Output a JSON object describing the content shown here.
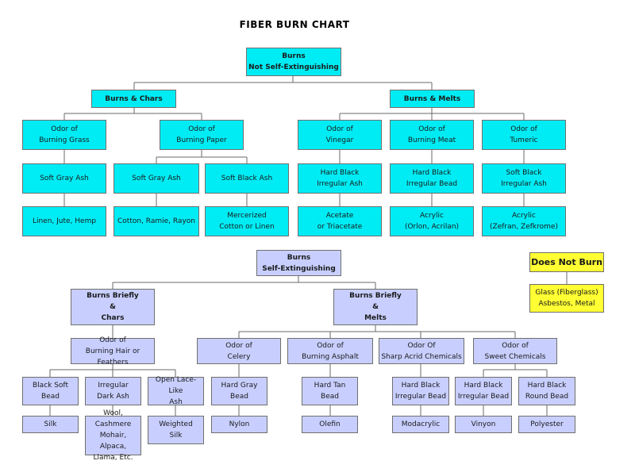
{
  "title": "FIBER BURN CHART",
  "colors": {
    "not_self_extinguishing": "#00ecf4",
    "self_extinguishing": "#c8cfff",
    "does_not_burn": "#ffff33",
    "line": "#6a6a6a"
  },
  "top": {
    "root": "Burns\nNot Self-Extinguishing",
    "chars": "Burns & Chars",
    "melts": "Burns & Melts",
    "odor_grass": "Odor of\nBurning Grass",
    "odor_paper": "Odor of\nBurning Paper",
    "odor_vinegar": "Odor of\nVinegar",
    "odor_meat": "Odor of\nBurning Meat",
    "odor_tumeric": "Odor of\nTumeric",
    "ash_grass": "Soft Gray Ash",
    "ash_paper_gray": "Soft Gray Ash",
    "ash_paper_black": "Soft Black Ash",
    "ash_vinegar": "Hard Black\nIrregular Ash",
    "bead_meat": "Hard Black\nIrregular Bead",
    "ash_tumeric": "Soft Black\nIrregular Ash",
    "fiber_linen": "Linen, Jute, Hemp",
    "fiber_cotton": "Cotton, Ramie, Rayon",
    "fiber_mercerized": "Mercerized\nCotton or Linen",
    "fiber_acetate": "Acetate\nor Triacetate",
    "fiber_acrylic_orlon": "Acrylic\n(Orlon, Acrilan)",
    "fiber_acrylic_zefran": "Acrylic\n(Zefran, Zefkrome)"
  },
  "dnb": {
    "title": "Does Not Burn",
    "items": "Glass (Fiberglass)\nAsbestos, Metal"
  },
  "bottom": {
    "root": "Burns\nSelf-Extinguishing",
    "briefly_chars": "Burns Briefly\n&\nChars",
    "briefly_melts": "Burns Briefly\n&\nMelts",
    "odor_hair": "Odor of\nBurning Hair or Feathers",
    "odor_celery": "Odor of\nCelery",
    "odor_asphalt": "Odor of\nBurning Asphalt",
    "odor_acid": "Odor Of\nSharp Acrid Chemicals",
    "odor_sweet": "Odor of\nSweet Chemicals",
    "res_black_soft": "Black Soft Bead",
    "res_irregular_dark": "Irregular\nDark Ash",
    "res_lace": "Open Lace-Like\nAsh",
    "res_hard_gray": "Hard Gray\nBead",
    "res_hard_tan": "Hard Tan\nBead",
    "res_acid_bead": "Hard Black\nIrregular Bead",
    "res_sweet_irregular": "Hard Black\nIrregular Bead",
    "res_sweet_round": "Hard Black\nRound Bead",
    "fiber_silk": "Silk",
    "fiber_wool": "Wool, Cashmere\nMohair, Alpaca,\nLlama, Etc.",
    "fiber_weighted_silk": "Weighted\nSilk",
    "fiber_nylon": "Nylon",
    "fiber_olefin": "Olefin",
    "fiber_modacrylic": "Modacrylic",
    "fiber_vinyon": "Vinyon",
    "fiber_polyester": "Polyester"
  }
}
